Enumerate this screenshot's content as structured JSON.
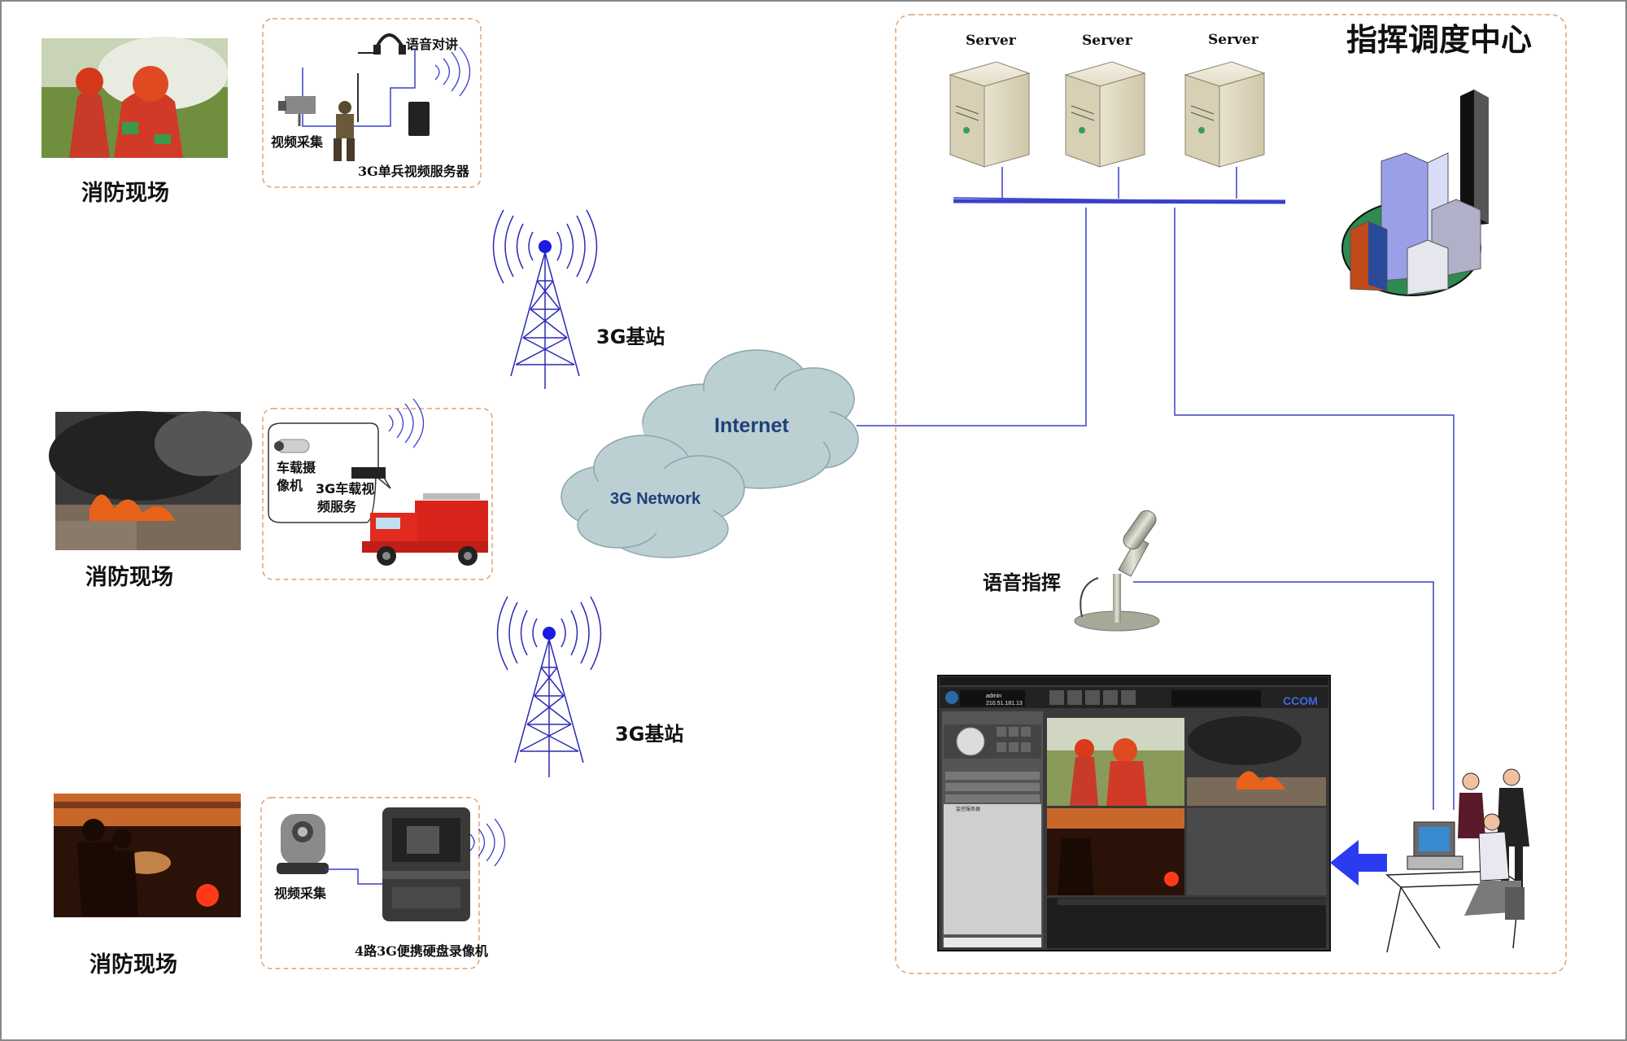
{
  "sites": [
    {
      "label": "消防现场"
    },
    {
      "label": "消防现场"
    },
    {
      "label": "消防现场"
    }
  ],
  "devices": {
    "site1": {
      "headset": "语音对讲",
      "camera": "视频采集",
      "server": "3G单兵视频服务器"
    },
    "site2": {
      "camera_a": "车载摄",
      "camera_b": "像机",
      "server_a": "3G车载视",
      "server_b": "频服务"
    },
    "site3": {
      "camera": "视频采集",
      "recorder": "4路3G便携硬盘录像机"
    }
  },
  "towers": [
    {
      "label": "3G基站"
    },
    {
      "label": "3G基站"
    }
  ],
  "clouds": {
    "internet": "Internet",
    "network": "3G Network"
  },
  "center": {
    "title": "指挥调度中心",
    "servers": [
      "Server",
      "Server",
      "Server"
    ],
    "voice": "语音指挥",
    "software": {
      "user": "admin",
      "ip": "210.51.181.13",
      "logo": "CCOM",
      "tree_root": "监控服务器"
    }
  },
  "colors": {
    "link": "#3a40c8",
    "frame": "#e0a070",
    "cloud": "#bccfd3",
    "cloud_text": "#1e3f78",
    "tower": "#2a2ab8",
    "arrow": "#2b3cf0"
  }
}
